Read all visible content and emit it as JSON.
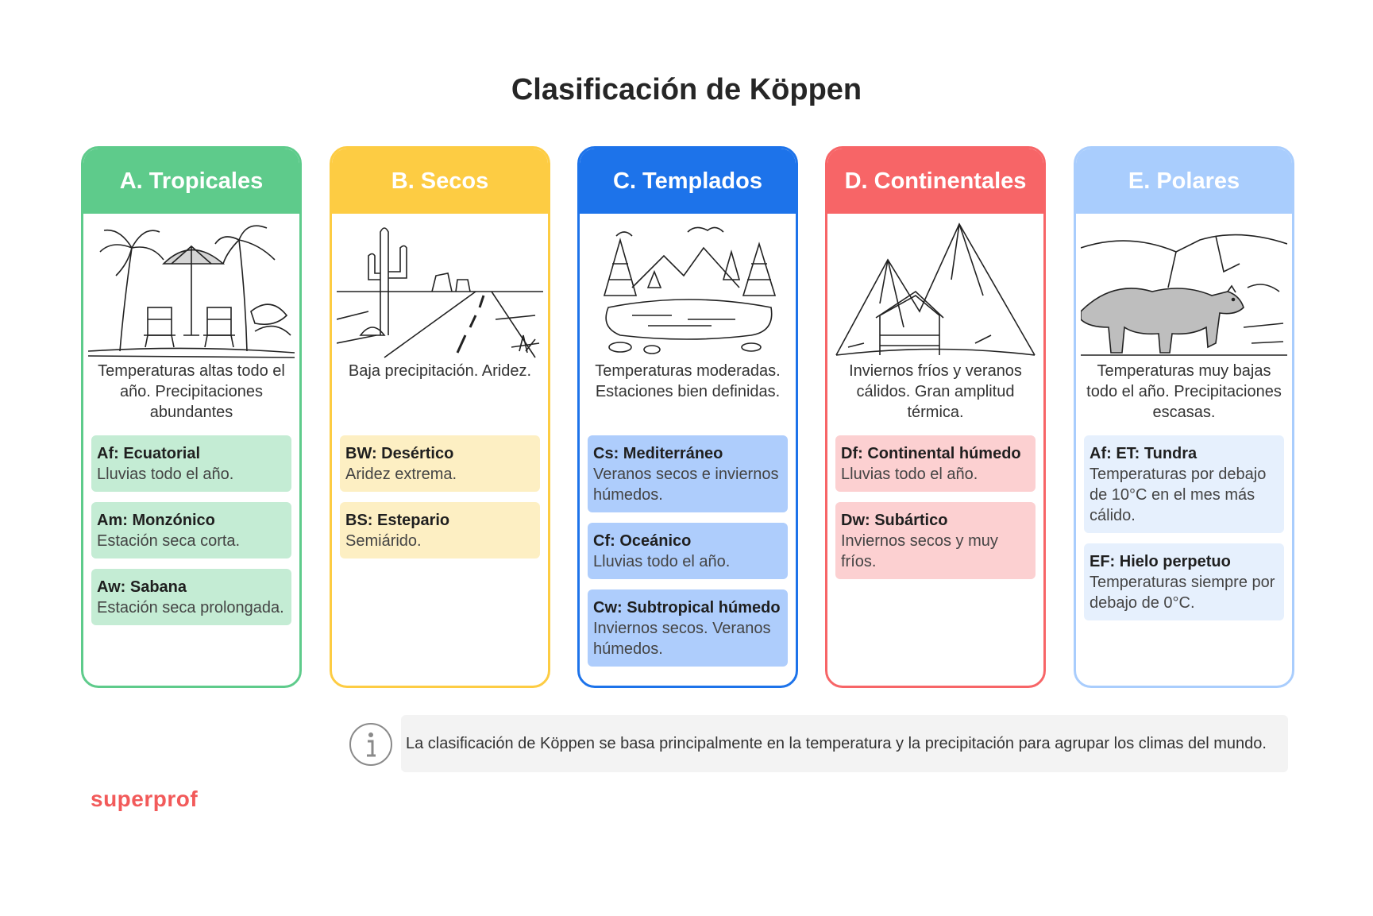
{
  "title": "Clasificación de Köppen",
  "colors": {
    "tropical": "#5ecb8b",
    "tropical_sub": "#c4ecd4",
    "secos": "#fdcc43",
    "secos_sub": "#fdefc3",
    "templados": "#1d73ea",
    "templados_sub": "#aecdfc",
    "continentales": "#f76567",
    "continentales_sub": "#fcd0d1",
    "polares": "#a9cdfd",
    "polares_sub": "#e6f0fd",
    "brand": "#f25a5a"
  },
  "cards": [
    {
      "title": "A. Tropicales",
      "illustration": "tropical-beach-palms-illustration",
      "description": "Temperaturas altas todo el año. Precipitaciones abundantes",
      "subtypes": [
        {
          "name": "Af: Ecuatorial",
          "text": "Lluvias todo el año."
        },
        {
          "name": "Am: Monzónico",
          "text": "Estación seca corta."
        },
        {
          "name": "Aw: Sabana",
          "text": "Estación seca prolongada."
        }
      ]
    },
    {
      "title": "B. Secos",
      "illustration": "desert-road-cactus-illustration",
      "description": "Baja precipitación. Aridez.",
      "subtypes": [
        {
          "name": "BW: Desértico",
          "text": "Aridez extrema."
        },
        {
          "name": "BS: Estepario",
          "text": "Semiárido."
        }
      ]
    },
    {
      "title": "C. Templados",
      "illustration": "lake-forest-mountains-illustration",
      "description": "Temperaturas moderadas. Estaciones bien definidas.",
      "subtypes": [
        {
          "name": "Cs: Mediterráneo",
          "text": "Veranos secos e inviernos húmedos."
        },
        {
          "name": "Cf: Oceánico",
          "text": "Lluvias todo el año."
        },
        {
          "name": "Cw: Subtropical húmedo",
          "text": "Inviernos secos. Veranos húmedos."
        }
      ]
    },
    {
      "title": "D. Continentales",
      "illustration": "mountain-cabin-illustration",
      "description": "Inviernos fríos y veranos cálidos. Gran amplitud térmica.",
      "subtypes": [
        {
          "name": "Df: Continental húmedo",
          "text": "Lluvias todo el año."
        },
        {
          "name": "Dw: Subártico",
          "text": "Inviernos secos y muy fríos."
        }
      ]
    },
    {
      "title": "E. Polares",
      "illustration": "polar-bear-snow-illustration",
      "description": "Temperaturas muy bajas todo el año. Precipitaciones escasas.",
      "subtypes": [
        {
          "name": "Af: ET: Tundra",
          "text": "Temperaturas por debajo de 10°C en el mes más cálido."
        },
        {
          "name": "EF: Hielo perpetuo",
          "text": "Temperaturas siempre por debajo de 0°C."
        }
      ]
    }
  ],
  "info": {
    "icon": "info-icon",
    "text": "La clasificación de Köppen se basa principalmente en la temperatura y la precipitación para agrupar los climas del mundo."
  },
  "brand": "superprof"
}
